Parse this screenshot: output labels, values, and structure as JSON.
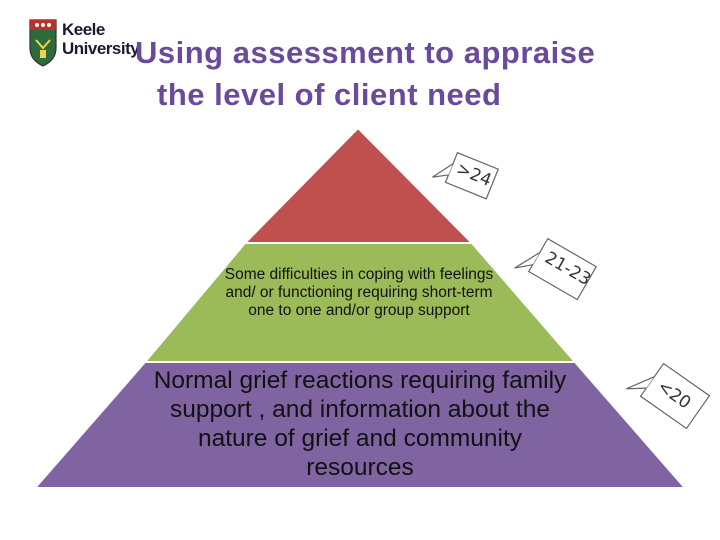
{
  "logo": {
    "name": "Keele University"
  },
  "title": {
    "line1": "Using assessment to appraise",
    "line2": "the level of client need"
  },
  "pyramid": {
    "colors": {
      "top": "#c0504d",
      "middle": "#9bbb59",
      "bottom": "#8064a2",
      "outline": "#ffffff"
    },
    "tiers": [
      {
        "id": "top",
        "text": "",
        "score": ">24"
      },
      {
        "id": "middle",
        "text": "Some difficulties in coping with feelings and/ or functioning requiring  short-term one to one and/or group support",
        "score": "21-23"
      },
      {
        "id": "bottom",
        "text": "Normal grief reactions requiring family support , and information about the nature of grief and community  resources",
        "score": "<20"
      }
    ]
  }
}
